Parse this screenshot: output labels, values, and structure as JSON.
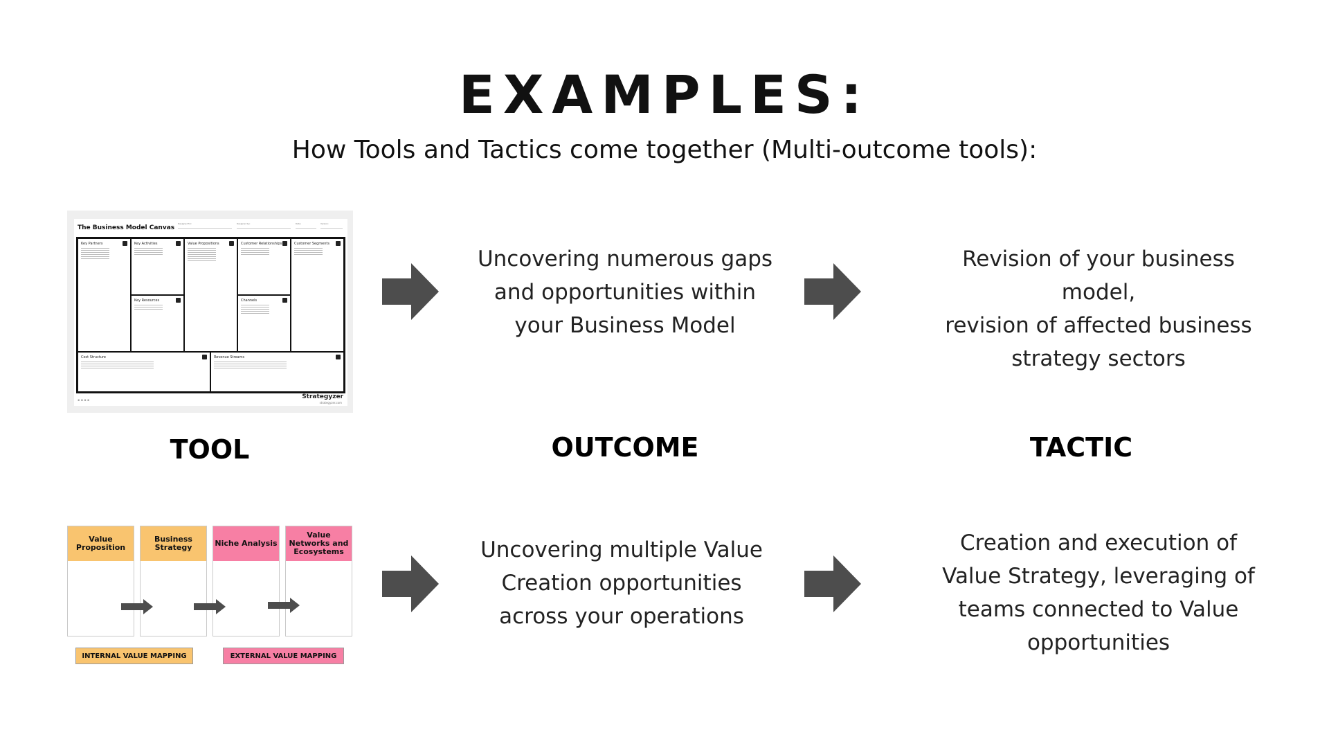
{
  "slide": {
    "title": "EXAMPLES:",
    "subtitle": "How Tools and Tactics come together (Multi-outcome tools):"
  },
  "columns": {
    "tool": "TOOL",
    "outcome": "OUTCOME",
    "tactic": "TACTIC"
  },
  "row1": {
    "outcome_lines": [
      "Uncovering numerous gaps",
      "and opportunities within",
      "your Business Model"
    ],
    "tactic_lines": [
      "Revision of your business model,",
      "revision of affected business",
      "strategy sectors"
    ]
  },
  "row2": {
    "outcome_lines": [
      "Uncovering multiple Value",
      "Creation opportunities",
      "across your operations"
    ],
    "tactic_lines": [
      "Creation and execution of",
      "Value Strategy, leveraging of",
      "teams connected to Value",
      "opportunities"
    ]
  },
  "bmc": {
    "title": "The Business Model Canvas",
    "header_fields": [
      "Designed for:",
      "Designed by:",
      "Date:",
      "Version:"
    ],
    "cells": {
      "key_partners": "Key Partners",
      "key_activities": "Key Activities",
      "key_resources": "Key Resources",
      "value_propositions": "Value Propositions",
      "customer_relationships": "Customer Relationships",
      "channels": "Channels",
      "customer_segments": "Customer Segments",
      "cost_structure": "Cost Structure",
      "revenue_streams": "Revenue Streams"
    },
    "brand": "Strategyzer",
    "site": "strategyzer.com"
  },
  "value_mapping": {
    "columns": [
      {
        "label": "Value Proposition",
        "color": "#f9c46f"
      },
      {
        "label": "Business Strategy",
        "color": "#f9c46f"
      },
      {
        "label": "Niche Analysis",
        "color": "#f77fa4"
      },
      {
        "label": "Value Networks and Ecosystems",
        "color": "#f77fa4"
      }
    ],
    "internal_tag": "INTERNAL VALUE MAPPING",
    "external_tag": "EXTERNAL VALUE MAPPING",
    "internal_color": "#f9c46f",
    "external_color": "#f77fa4"
  },
  "colors": {
    "arrow": "#4d4d4d",
    "text": "#222222"
  },
  "icons": [
    "right-arrow-icon"
  ]
}
